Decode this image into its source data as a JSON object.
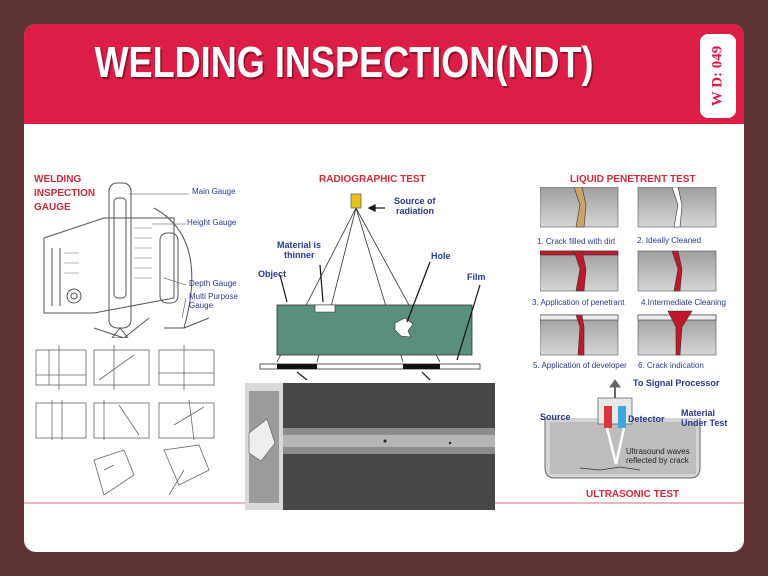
{
  "header": {
    "title": "WELDING INSPECTION(NDT)",
    "code": "W D: 049"
  },
  "gauge": {
    "title_lines": [
      "WELDING",
      "INSPECTION",
      "GAUGE"
    ],
    "labels": {
      "main": "Main Gauge",
      "height": "Height Gauge",
      "depth": "Depth Gauge",
      "multi1": "Multi Purpose",
      "multi2": "Gauge"
    }
  },
  "radiographic": {
    "title": "RADIOGRAPHIC TEST",
    "source1": "Source of",
    "source2": "radiation",
    "thin1": "Material is",
    "thin2": "thinner",
    "hole": "Hole",
    "object": "Object",
    "film": "Film"
  },
  "liquid": {
    "title": "LIQUID PENETRENT TEST",
    "steps": [
      "1. Crack filled with dirt",
      "2. Ideally Cleaned",
      "3. Application of penetrant",
      "4.Intermediate Cleaning",
      "5. Application of developer",
      "6. Crack  indication"
    ]
  },
  "ultrasonic": {
    "title": "ULTRASONIC TEST",
    "processor": "To Signal Processor",
    "source": "Source",
    "detector": "Detector",
    "material1": "Material",
    "material2": "Under Test",
    "waves1": "Ultrasound waves",
    "waves2": "reflected by crack"
  },
  "colors": {
    "banner": "#dc1d46",
    "background": "#5e3434",
    "section_title": "#d22a3a",
    "label_blue": "#283a8c"
  }
}
